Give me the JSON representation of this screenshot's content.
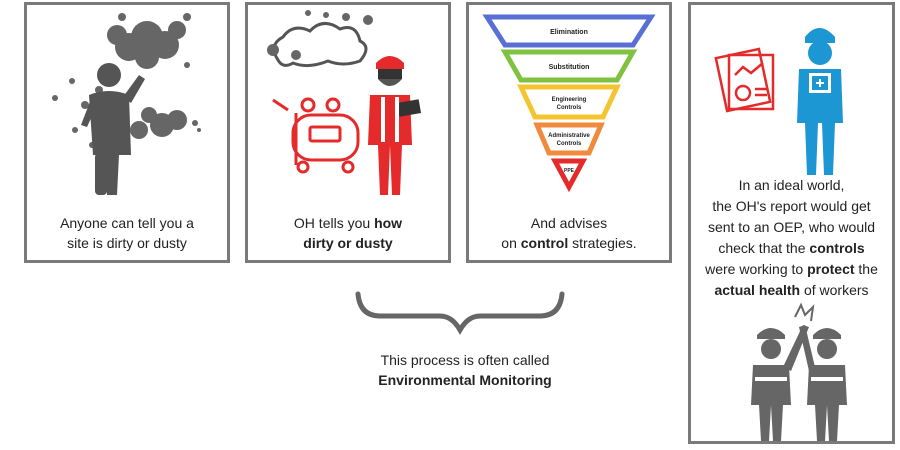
{
  "panel1": {
    "line1": "Anyone can tell you a",
    "line2": "site is dirty or dusty"
  },
  "panel2": {
    "line1_pre": "OH tells you ",
    "line1_bold": "how",
    "line2_bold": "dirty or dusty"
  },
  "panel3": {
    "hierarchy": [
      "Elimination",
      "Substitution",
      "Engineering",
      "Controls",
      "Administrative",
      "Controls",
      "PPE"
    ],
    "line1": "And advises",
    "line2_pre": "on ",
    "line2_bold": "control",
    "line2_post": " strategies."
  },
  "panel4": {
    "line1": "In an ideal world,",
    "line2": "the OH's report would get",
    "line3": "sent to an OEP, who would",
    "line4_pre": "check that the ",
    "line4_bold": "controls",
    "line5_pre": "were working to ",
    "line5_bold": "protect",
    "line5_post": " the",
    "line6_bold": "actual health",
    "line6_post": " of workers"
  },
  "bracket": {
    "line1": "This process is often called",
    "line2": "Environmental Monitoring"
  },
  "colors": {
    "elimination": "#5a6fd6",
    "substitution": "#7fc241",
    "engineering": "#f5c531",
    "administrative": "#f08a3c",
    "ppe": "#e42a2a",
    "worker_red": "#e42a2a",
    "worker_blue": "#1d96d4",
    "grey": "#7a7a7a"
  }
}
